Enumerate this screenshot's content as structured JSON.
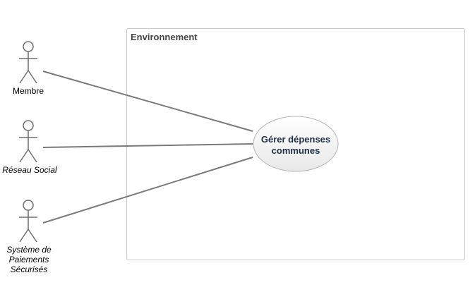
{
  "boundary": {
    "title": "Environnement"
  },
  "actors": [
    {
      "lines": [
        "Membre"
      ],
      "abstract": false
    },
    {
      "lines": [
        "Réseau Social"
      ],
      "abstract": true
    },
    {
      "lines": [
        "Système de",
        "Paiements",
        "Sécurisés"
      ],
      "abstract": true
    }
  ],
  "use_case": {
    "lines": [
      "Gérer dépenses",
      "communes"
    ]
  },
  "colors": {
    "boundary_border": "#c8c8c8",
    "actor_stroke": "#6e6e6e",
    "association": "#7a7a7a",
    "usecase_border": "#b4b4b4",
    "usecase_fill_top": "#ffffff",
    "usecase_fill_bottom": "#e8e8e8"
  }
}
